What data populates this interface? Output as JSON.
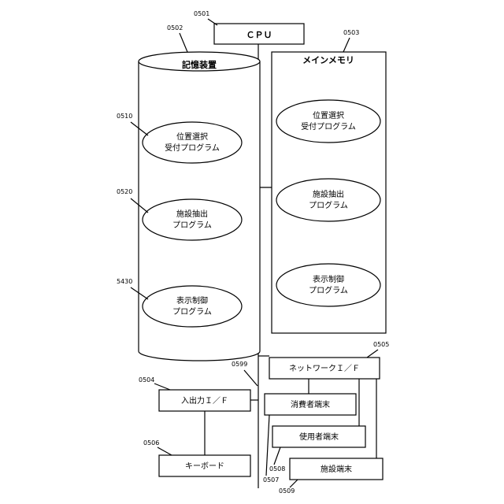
{
  "cpu": {
    "ref": "0501",
    "label": "ＣＰＵ"
  },
  "storage": {
    "ref": "0502",
    "title": "記憶装置",
    "programs": [
      {
        "ref": "0510",
        "line1": "位置選択",
        "line2": "受付プログラム"
      },
      {
        "ref": "0520",
        "line1": "施設抽出",
        "line2": "プログラム"
      },
      {
        "ref": "5430",
        "line1": "表示制御",
        "line2": "プログラム"
      }
    ]
  },
  "main_memory": {
    "ref": "0503",
    "title": "メインメモリ",
    "programs": [
      {
        "line1": "位置選択",
        "line2": "受付プログラム"
      },
      {
        "line1": "施設抽出",
        "line2": "プログラム"
      },
      {
        "line1": "表示制御",
        "line2": "プログラム"
      }
    ]
  },
  "bus": {
    "ref": "0599"
  },
  "io_if": {
    "ref": "0504",
    "label": "入出力Ｉ／Ｆ"
  },
  "keyboard": {
    "ref": "0506",
    "label": "キーボード"
  },
  "network_if": {
    "ref": "0505",
    "label": "ネットワークＩ／Ｆ"
  },
  "consumer_terminal": {
    "label": "消費者端末"
  },
  "user_terminal": {
    "ref": "0508",
    "label": "使用者端末"
  },
  "facility_terminal": {
    "ref": "0509",
    "label": "施設端末"
  },
  "ref_0507": "0507"
}
